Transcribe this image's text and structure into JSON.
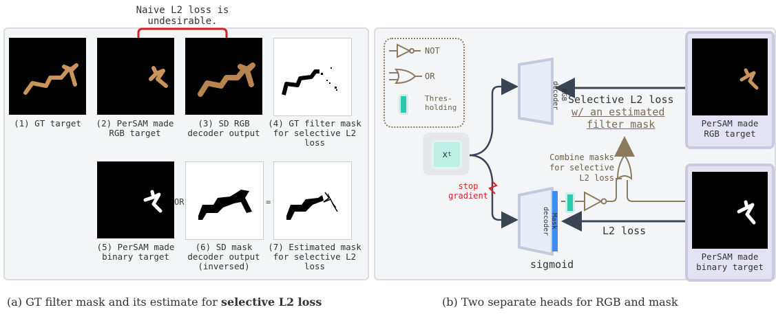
{
  "top_note": "Naive L2 loss is\nundesirable.",
  "panel_a": {
    "captions": {
      "c1": "(1) GT target",
      "c2": "(2) PerSAM made\nRGB target",
      "c3": "(3) SD RGB\ndecoder output",
      "c4": "(4) GT filter mask\nfor selective L2\nloss",
      "c5": "(5) PerSAM made\nbinary target",
      "c6": "(6) SD mask\ndecoder output\n(inversed)",
      "c7": "(7) Estimated mask\nfor selective L2\nloss"
    },
    "op_or": "OR",
    "op_eq": "=",
    "caption_prefix": "(a) GT filter mask and its estimate for ",
    "caption_bold": "selective L2 loss"
  },
  "panel_b": {
    "legend": {
      "not_label": "NOT",
      "or_label": "OR",
      "thresh_label": "Thres-\nholding"
    },
    "xt_label": "x",
    "xt_sub": "t",
    "rgb_decoder": "RGB\ndecoder",
    "mask_decoder": "Mask\ndecoder",
    "selective_loss_line1": "Selective L2 loss",
    "selective_loss_line2": "w/ an estimated",
    "selective_loss_line3": "filter mask",
    "combine_note": "Combine masks\nfor selective\nL2 loss",
    "stop_gradient": "stop\ngradient",
    "l2_loss": "L2 loss",
    "sigmoid": "sigmoid",
    "rgb_target_label": "PerSAM made\nRGB target",
    "binary_target_label": "PerSAM made\nbinary target",
    "caption": "(b) Two separate heads for RGB and mask"
  },
  "colors": {
    "legend_brown": "#8a7a5e",
    "teal": "#2ec7b0",
    "sigmoid_blue": "#3d8ef0",
    "stop_red": "#d22222",
    "target_bg": "#e3e3f3",
    "decoder_bg": "#e8eef8"
  }
}
